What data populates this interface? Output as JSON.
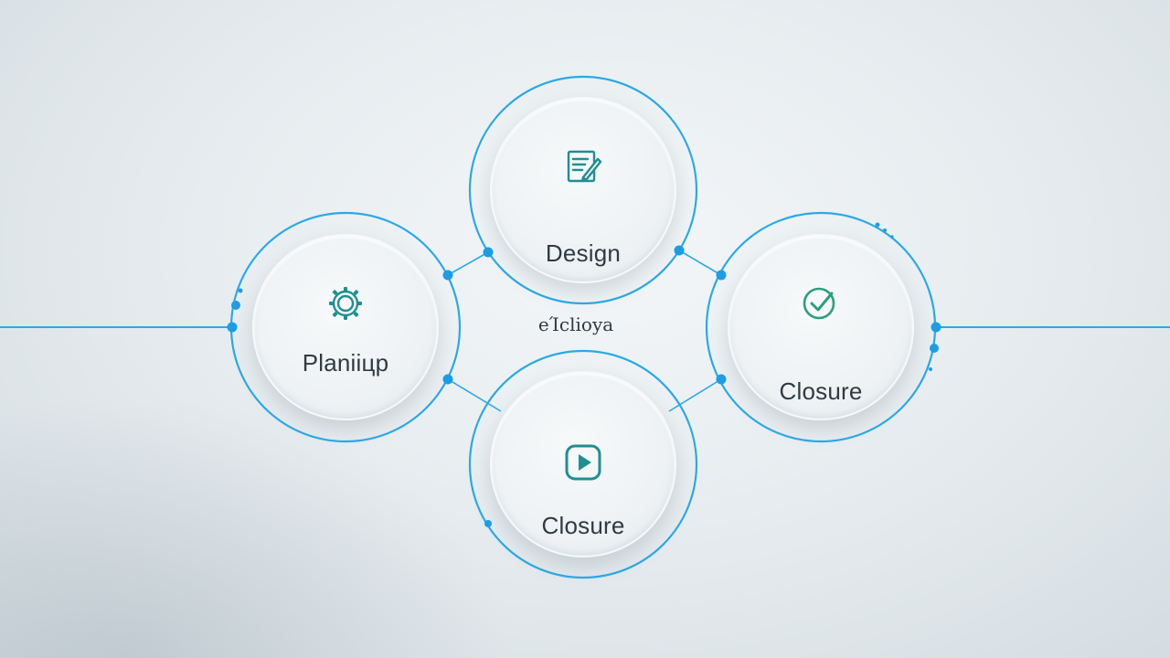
{
  "diagram": {
    "center_label": "eΊclioya",
    "nodes": [
      {
        "id": "planning",
        "label": "Planiiцp",
        "icon": "gear-icon"
      },
      {
        "id": "design",
        "label": "Design",
        "icon": "edit-document-icon"
      },
      {
        "id": "closure-right",
        "label": "Closure",
        "icon": "check-circle-icon"
      },
      {
        "id": "closure-bottom",
        "label": "Closure",
        "icon": "play-icon"
      }
    ]
  },
  "colors": {
    "accent_line": "#2aa9e6",
    "icon_teal": "#1f8f92",
    "check_green": "#2aa07a",
    "text": "#2f3b44"
  }
}
